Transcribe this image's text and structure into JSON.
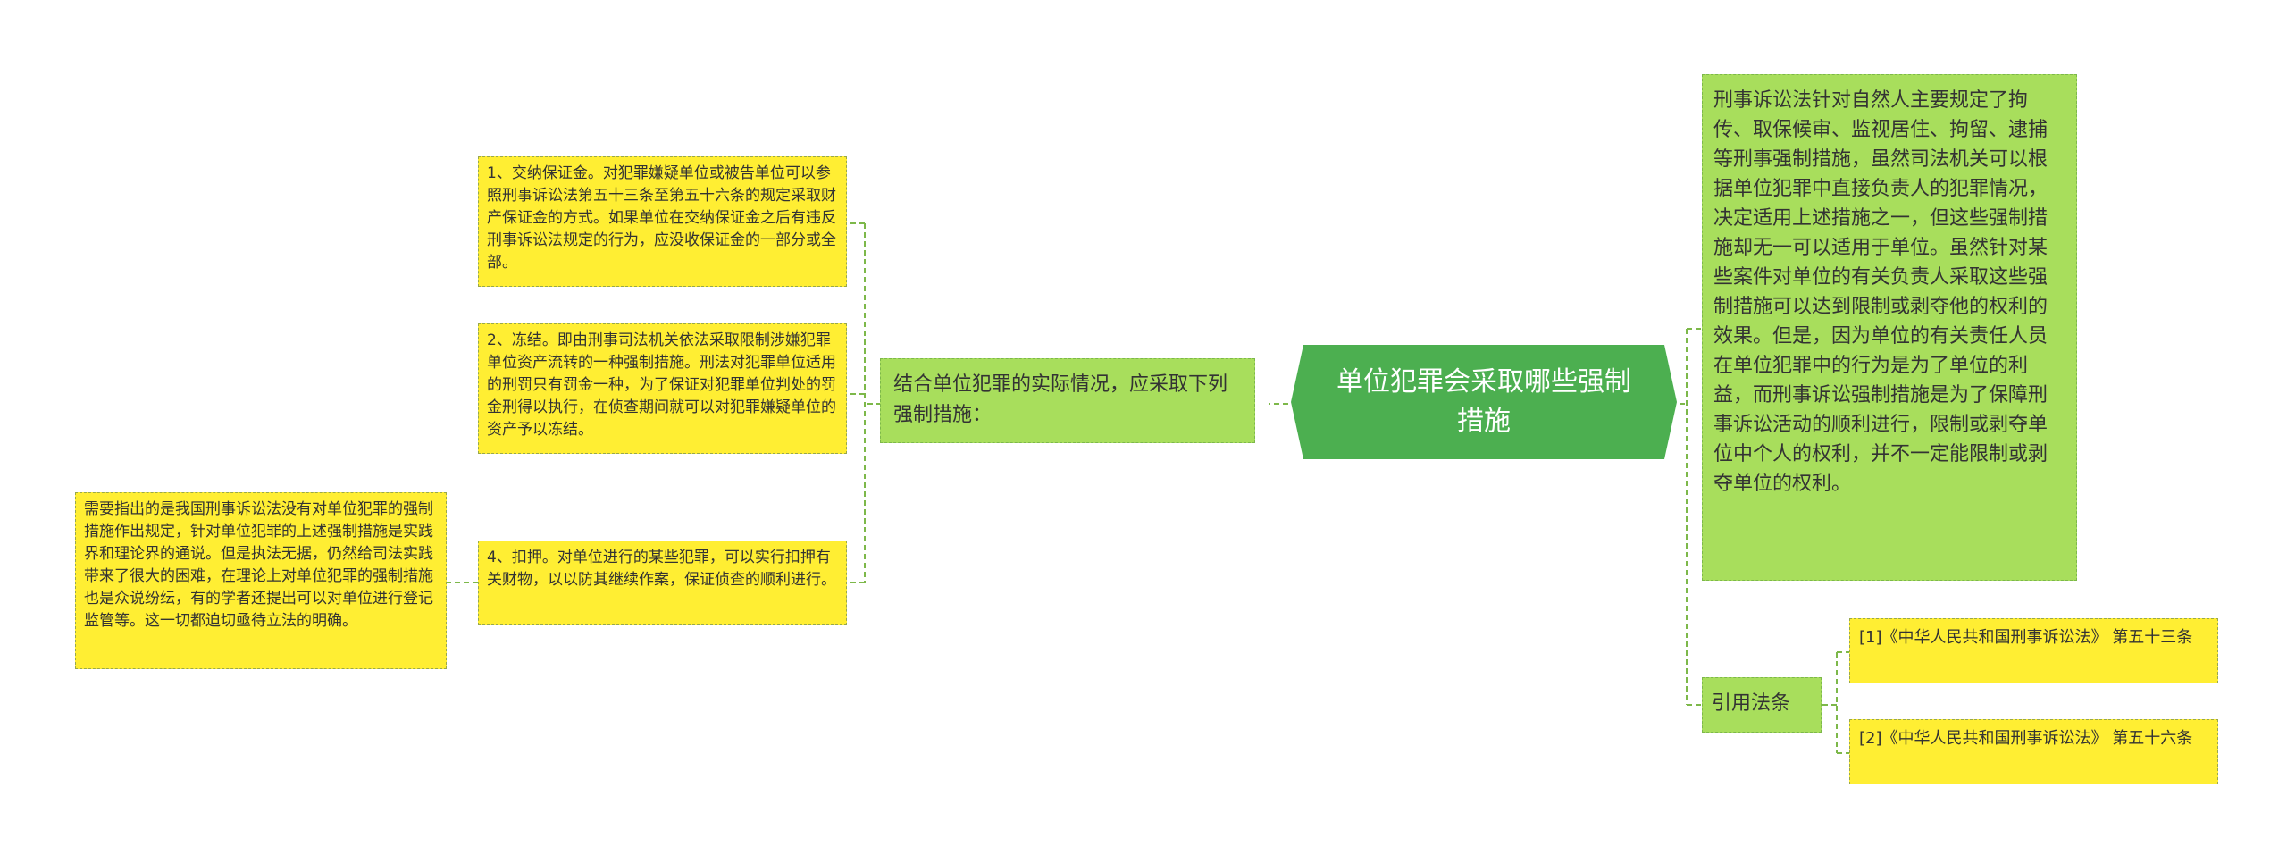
{
  "root": {
    "title": "单位犯罪会采取哪些强制措施"
  },
  "left_branch": {
    "label": "结合单位犯罪的实际情况，应采取下列强制措施：",
    "items": [
      "1、交纳保证金。对犯罪嫌疑单位或被告单位可以参照刑事诉讼法第五十三条至第五十六条的规定采取财产保证金的方式。如果单位在交纳保证金之后有违反刑事诉讼法规定的行为，应没收保证金的一部分或全部。",
      "2、冻结。即由刑事司法机关依法采取限制涉嫌犯罪单位资产流转的一种强制措施。刑法对犯罪单位适用的刑罚只有罚金一种，为了保证对犯罪单位判处的罚金刑得以执行，在侦查期间就可以对犯罪嫌疑单位的资产予以冻结。",
      "4、扣押。对单位进行的某些犯罪，可以实行扣押有关财物，以以防其继续作案，保证侦查的顺利进行。"
    ],
    "note": "需要指出的是我国刑事诉讼法没有对单位犯罪的强制措施作出规定，针对单位犯罪的上述强制措施是实践界和理论界的通说。但是执法无据，仍然给司法实践带来了很大的困难，在理论上对单位犯罪的强制措施也是众说纷纭，有的学者还提出可以对单位进行登记监管等。这一切都迫切亟待立法的明确。"
  },
  "right_branch": {
    "explanation": "刑事诉讼法针对自然人主要规定了拘传、取保候审、监视居住、拘留、逮捕等刑事强制措施，虽然司法机关可以根据单位犯罪中直接负责人的犯罪情况，决定适用上述措施之一，但这些强制措施却无一可以适用于单位。虽然针对某些案件对单位的有关负责人采取这些强制措施可以达到限制或剥夺他的权利的效果。但是，因为单位的有关责任人员在单位犯罪中的行为是为了单位的利益，而刑事诉讼强制措施是为了保障刑事诉讼活动的顺利进行，限制或剥夺单位中个人的权利，并不一定能限制或剥夺单位的权利。",
    "citations_label": "引用法条",
    "citations": [
      "[1]《中华人民共和国刑事诉讼法》 第五十三条",
      "[2]《中华人民共和国刑事诉讼法》 第五十六条"
    ]
  },
  "colors": {
    "root": "#4caf50",
    "green_node": "#a8de5c",
    "yellow_node": "#ffee33",
    "connector": "#7db84a"
  }
}
